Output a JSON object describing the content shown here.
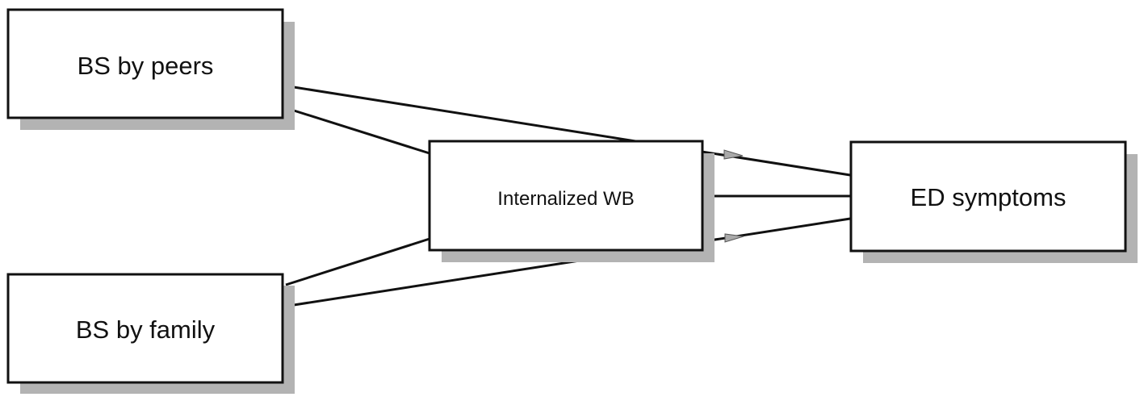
{
  "diagram": {
    "nodes": {
      "peers": {
        "label": "BS by peers"
      },
      "family": {
        "label": "BS by family"
      },
      "mediator": {
        "label": "Internalized WB"
      },
      "outcome": {
        "label": "ED symptoms"
      }
    },
    "edges": [
      {
        "from": "peers",
        "to": "mediator"
      },
      {
        "from": "family",
        "to": "mediator"
      },
      {
        "from": "peers",
        "to": "outcome"
      },
      {
        "from": "family",
        "to": "outcome"
      },
      {
        "from": "mediator",
        "to": "outcome"
      }
    ],
    "colors": {
      "box_fill": "#ffffff",
      "box_stroke": "#111111",
      "shadow": "#b3b3b3",
      "line": "#111111",
      "arrowhead": "#a9a9a9"
    }
  }
}
